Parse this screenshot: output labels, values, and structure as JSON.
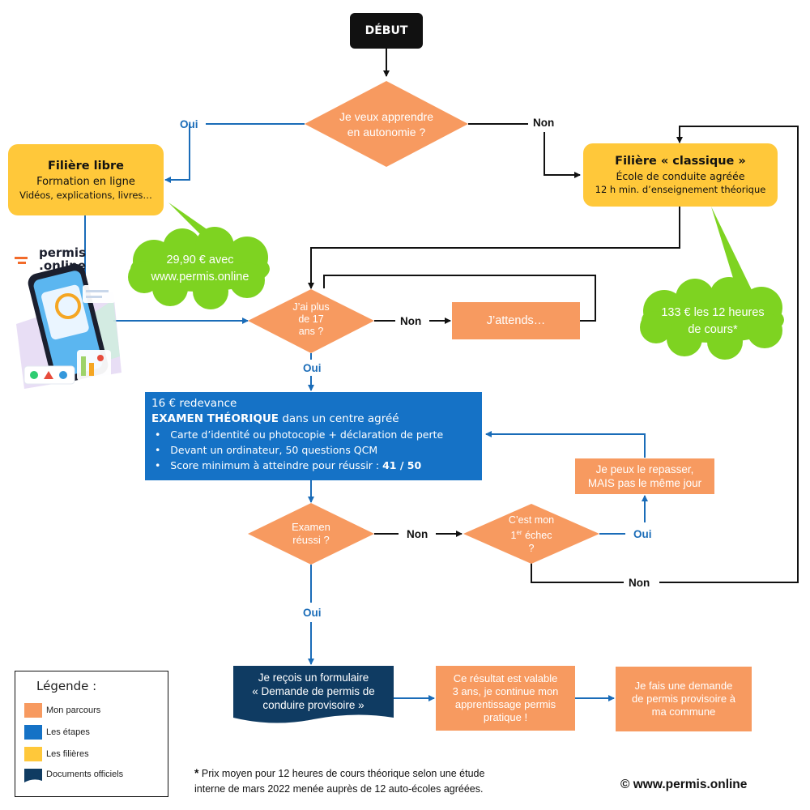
{
  "start": "DÉBUT",
  "decisions": {
    "autonomy": [
      "Je veux apprendre",
      "en autonomie ?"
    ],
    "age": [
      "J’ai plus",
      "de 17",
      "ans ?"
    ],
    "exam_passed": [
      "Examen",
      "réussi ?"
    ],
    "first_failure": {
      "line1": "C’est mon",
      "line2_base": "1",
      "line2_sup": "er",
      "line2_rest": " échec",
      "line3": "?"
    }
  },
  "edge_labels": {
    "oui": "Oui",
    "non": "Non"
  },
  "filiere_libre": {
    "title": "Filière libre",
    "line1": "Formation en ligne",
    "line2": "Vidéos, explications, livres…"
  },
  "filiere_classique": {
    "title": "Filière « classique »",
    "line1": "École de conduite agréée",
    "line2": "12 h min. d’enseignement théorique"
  },
  "price_libre": [
    "29,90 € avec",
    "www.permis.online"
  ],
  "price_classique": [
    "133 € les 12 heures",
    "de cours*"
  ],
  "logo": {
    "line1": "permis",
    "line2": ".online"
  },
  "wait": "J’attends…",
  "exam": {
    "fee": "16 € redevance",
    "title_bold": "EXAMEN THÉORIQUE",
    "title_rest": " dans un centre agréé",
    "bullets": [
      "Carte d’identité ou photocopie + déclaration de perte",
      "Devant un ordinateur, 50 questions QCM",
      "Score minimum à atteindre pour réussir : "
    ],
    "score": "41 / 50"
  },
  "retry": [
    "Je peux le repasser,",
    "MAIS pas le même jour"
  ],
  "form": [
    "Je reçois un formulaire",
    "« Demande de permis de",
    "conduire provisoire »"
  ],
  "valid": [
    "Ce résultat est valable",
    "3 ans, je continue mon",
    "apprentissage permis",
    "pratique !"
  ],
  "request": [
    "Je fais une demande",
    "de permis provisoire à",
    "ma commune"
  ],
  "legend": {
    "title": "Légende :",
    "items": [
      {
        "label": "Mon parcours",
        "color": "#f79a60"
      },
      {
        "label": "Les étapes",
        "color": "#1572c6"
      },
      {
        "label": "Les filières",
        "color": "#ffc83a"
      },
      {
        "label": "Documents officiels",
        "color": "#0f3b62"
      }
    ]
  },
  "footnote": {
    "star": "*",
    "line1": " Prix moyen pour 12 heures de cours théorique selon une étude",
    "line2": "interne de mars 2022 menée auprès de 12 auto-écoles agréées."
  },
  "copyright": "© www.permis.online",
  "colors": {
    "orange": "#f79a60",
    "blue": "#1572c6",
    "yellow": "#ffc83a",
    "navy": "#0f3b62",
    "green": "#7ed321"
  }
}
